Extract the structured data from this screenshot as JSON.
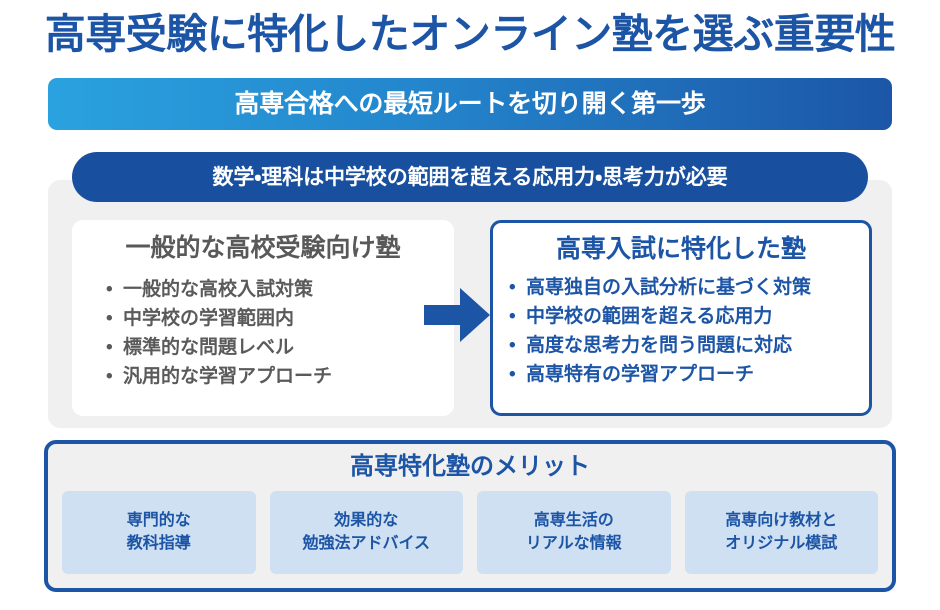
{
  "title": "高専受験に特化したオンライン塾を選ぶ重要性",
  "subtitle_bar": {
    "text": "高専合格への最短ルートを切り開く第一歩"
  },
  "navy_banner": {
    "text": "数学・理科は中学校の範囲を超える応用力・思考力が必要"
  },
  "comparison": {
    "left_card": {
      "title": "一般的な高校受験向け塾",
      "bullets": [
        "一般的な高校入試対策",
        "中学校の学習範囲内",
        "標準的な問題レベル",
        "汎用的な学習アプローチ"
      ]
    },
    "arrow": "right-arrow-icon",
    "right_card": {
      "title": "高専入試に特化した塾",
      "bullets": [
        "高専独自の入試分析に基づく対策",
        "中学校の範囲を超える応用力",
        "高度な思考力を問う問題に対応",
        "高専特有の学習アプローチ"
      ]
    }
  },
  "merits": {
    "title": "高専特化塾のメリット",
    "chips": [
      {
        "line1": "専門的な",
        "line2": "教科指導"
      },
      {
        "line1": "効果的な",
        "line2": "勉強法アドバイス"
      },
      {
        "line1": "高専生活の",
        "line2": "リアルな情報"
      },
      {
        "line1": "高専向け教材と",
        "line2": "オリジナル模試"
      }
    ]
  },
  "colors": {
    "title_blue": "#1c54a6",
    "banner_navy": "#18509f",
    "gradient_start": "#2aa2e0",
    "gradient_end": "#1c56a8",
    "panel_gray": "#f0f0f0",
    "chip_blue": "#cfe0f2",
    "muted_text": "#5a5a5a"
  }
}
